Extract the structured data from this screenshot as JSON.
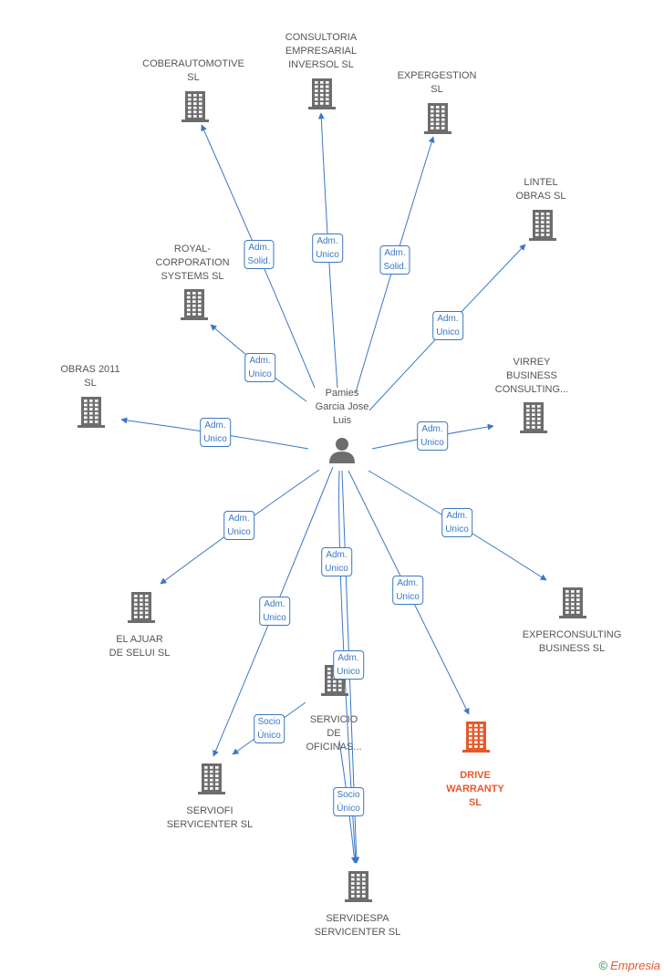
{
  "center": {
    "name": "Pamies\nGarcia Jose\nLuis",
    "icon": "person-icon"
  },
  "nodes": [
    {
      "id": "coberautomotive",
      "label": "COBERAUTOMOTIVE\nSL",
      "icon": "building-icon",
      "highlight": false
    },
    {
      "id": "consultoria",
      "label": "CONSULTORIA\nEMPRESARIAL\nINVERSOL  SL",
      "icon": "building-icon",
      "highlight": false
    },
    {
      "id": "expergestion",
      "label": "EXPERGESTION\nSL",
      "icon": "building-icon",
      "highlight": false
    },
    {
      "id": "lintel",
      "label": "LINTEL\nOBRAS  SL",
      "icon": "building-icon",
      "highlight": false
    },
    {
      "id": "royal",
      "label": "ROYAL-\nCORPORATION\nSYSTEMS SL",
      "icon": "building-icon",
      "highlight": false
    },
    {
      "id": "obras2011",
      "label": "OBRAS 2011\nSL",
      "icon": "building-icon",
      "highlight": false
    },
    {
      "id": "virrey",
      "label": "VIRREY\nBUSINESS\nCONSULTING...",
      "icon": "building-icon",
      "highlight": false
    },
    {
      "id": "elajuar",
      "label": "EL AJUAR\nDE SELUI  SL",
      "icon": "building-icon",
      "highlight": false
    },
    {
      "id": "experconsulting",
      "label": "EXPERCONSULTING\nBUSINESS  SL",
      "icon": "building-icon",
      "highlight": false
    },
    {
      "id": "serviciooficinas",
      "label": "SERVICIO\nDE\nOFICINAS...",
      "icon": "building-icon",
      "highlight": false
    },
    {
      "id": "drivewarranty",
      "label": "DRIVE\nWARRANTY\nSL",
      "icon": "building-icon",
      "highlight": true
    },
    {
      "id": "serviofi",
      "label": "SERVIOFI\nSERVICENTER SL",
      "icon": "building-icon",
      "highlight": false
    },
    {
      "id": "servidespa",
      "label": "SERVIDESPA\nSERVICENTER SL",
      "icon": "building-icon",
      "highlight": false
    }
  ],
  "edges": [
    {
      "from": "center",
      "to": "coberautomotive",
      "label": "Adm.\nSolid."
    },
    {
      "from": "center",
      "to": "consultoria",
      "label": "Adm.\nUnico"
    },
    {
      "from": "center",
      "to": "expergestion",
      "label": "Adm.\nSolid."
    },
    {
      "from": "center",
      "to": "lintel",
      "label": "Adm.\nUnico"
    },
    {
      "from": "center",
      "to": "royal",
      "label": "Adm.\nUnico"
    },
    {
      "from": "center",
      "to": "obras2011",
      "label": "Adm.\nUnico"
    },
    {
      "from": "center",
      "to": "virrey",
      "label": "Adm.\nUnico"
    },
    {
      "from": "center",
      "to": "elajuar",
      "label": "Adm.\nUnico"
    },
    {
      "from": "center",
      "to": "experconsulting",
      "label": "Adm.\nUnico"
    },
    {
      "from": "center",
      "to": "serviofi",
      "label": "Adm.\nUnico"
    },
    {
      "from": "center",
      "to": "servidespa",
      "label": "Adm.\nUnico"
    },
    {
      "from": "center",
      "to": "drivewarranty",
      "label": "Adm.\nUnico"
    },
    {
      "from": "center",
      "to": "servidespa",
      "label": "Adm.\nUnico"
    },
    {
      "from": "serviciooficinas",
      "to": "serviofi",
      "label": "Socio\nÚnico"
    },
    {
      "from": "serviciooficinas",
      "to": "servidespa",
      "label": "Socio\nÚnico"
    }
  ],
  "colors": {
    "edge": "#3a78c4",
    "building": "#6d6d6d",
    "highlight": "#e8582a",
    "person": "#6d6d6d"
  },
  "watermark": {
    "copyright": "©",
    "brand": "Empresia"
  }
}
